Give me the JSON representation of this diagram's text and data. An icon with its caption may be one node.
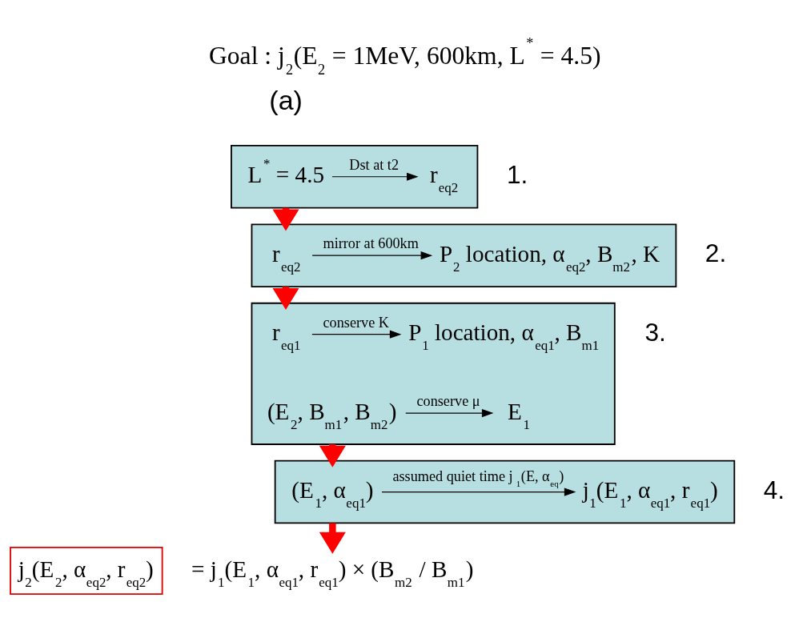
{
  "diagram": {
    "title": "Goal : j$_{2}$(E$_{2}$ = 1MeV, 600km, L$^{*}$ = 4.5)",
    "nodes": [
      {
        "text": [],
        "shape": "box",
        "beside": [
          "1."
        ]
      },
      {
        "text": [
          "L$^{*}$ = 4.5"
        ],
        "in": 0
      },
      {
        "text": [
          "r$_{eq2}$"
        ],
        "in": 0
      },
      {
        "text": [],
        "shape": "box",
        "beside": [
          "2."
        ]
      },
      {
        "text": [
          "r$_{eq2}$"
        ],
        "in": 3
      },
      {
        "text": [
          "P$_{2}$ location, α$_{eq2}$, B$_{m2}$, K"
        ],
        "in": 3
      },
      {
        "text": [],
        "shape": "box",
        "beside": [
          "3."
        ]
      },
      {
        "text": [
          "r$_{eq1}$"
        ],
        "in": 6
      },
      {
        "text": [
          "P$_{1}$ location, α$_{eq1}$, B$_{m1}$"
        ],
        "in": 6
      },
      {
        "text": [
          "(E$_{2}$, B$_{m1}$, B$_{m2}$)"
        ],
        "in": 6
      },
      {
        "text": [
          "E$_{1}$"
        ],
        "in": 6
      },
      {
        "text": [],
        "shape": "box",
        "beside": [
          "4."
        ]
      },
      {
        "text": [
          "(E$_{1}$, α$_{eq1}$)"
        ],
        "in": 11
      },
      {
        "text": [
          "j$_{1}$(E$_{1}$, α$_{eq1}$, r$_{eq1}$)"
        ],
        "in": 11
      },
      {
        "text": [
          "j$_{2}$(E$_{2}$, α$_{eq2}$, r$_{eq2}$)"
        ]
      },
      {
        "text": [
          "= j$_{1}$(E$_{1}$, α$_{eq1}$, r$_{eq1}$) × (B$_{m2}$ / B$_{m1}$)"
        ]
      }
    ],
    "edges": [
      {
        "from": 1,
        "to": 2,
        "arrow": "to",
        "label": "Dst at t2"
      },
      {
        "from": 0,
        "to": 3,
        "arrow": "to",
        "style": "thick",
        "color": "#ff0000"
      },
      {
        "from": 4,
        "to": 5,
        "arrow": "to",
        "label": "mirror at 600km"
      },
      {
        "from": 3,
        "to": 6,
        "arrow": "to",
        "style": "thick",
        "color": "#ff0000"
      },
      {
        "from": 7,
        "to": 8,
        "arrow": "to",
        "label": "conserve K"
      },
      {
        "from": 9,
        "to": 10,
        "arrow": "to",
        "label": "conserve μ"
      },
      {
        "from": 6,
        "to": 11,
        "arrow": "to",
        "style": "thick",
        "color": "#ff0000"
      },
      {
        "from": 12,
        "to": 13,
        "arrow": "to",
        "label": "assumed quiet time j$_{1}$(E, α$_{eq}$)"
      },
      {
        "from": 11,
        "to": 15,
        "arrow": "to",
        "style": "thick",
        "color": "#ff0000"
      }
    ],
    "labels": [
      "(a)"
    ]
  }
}
